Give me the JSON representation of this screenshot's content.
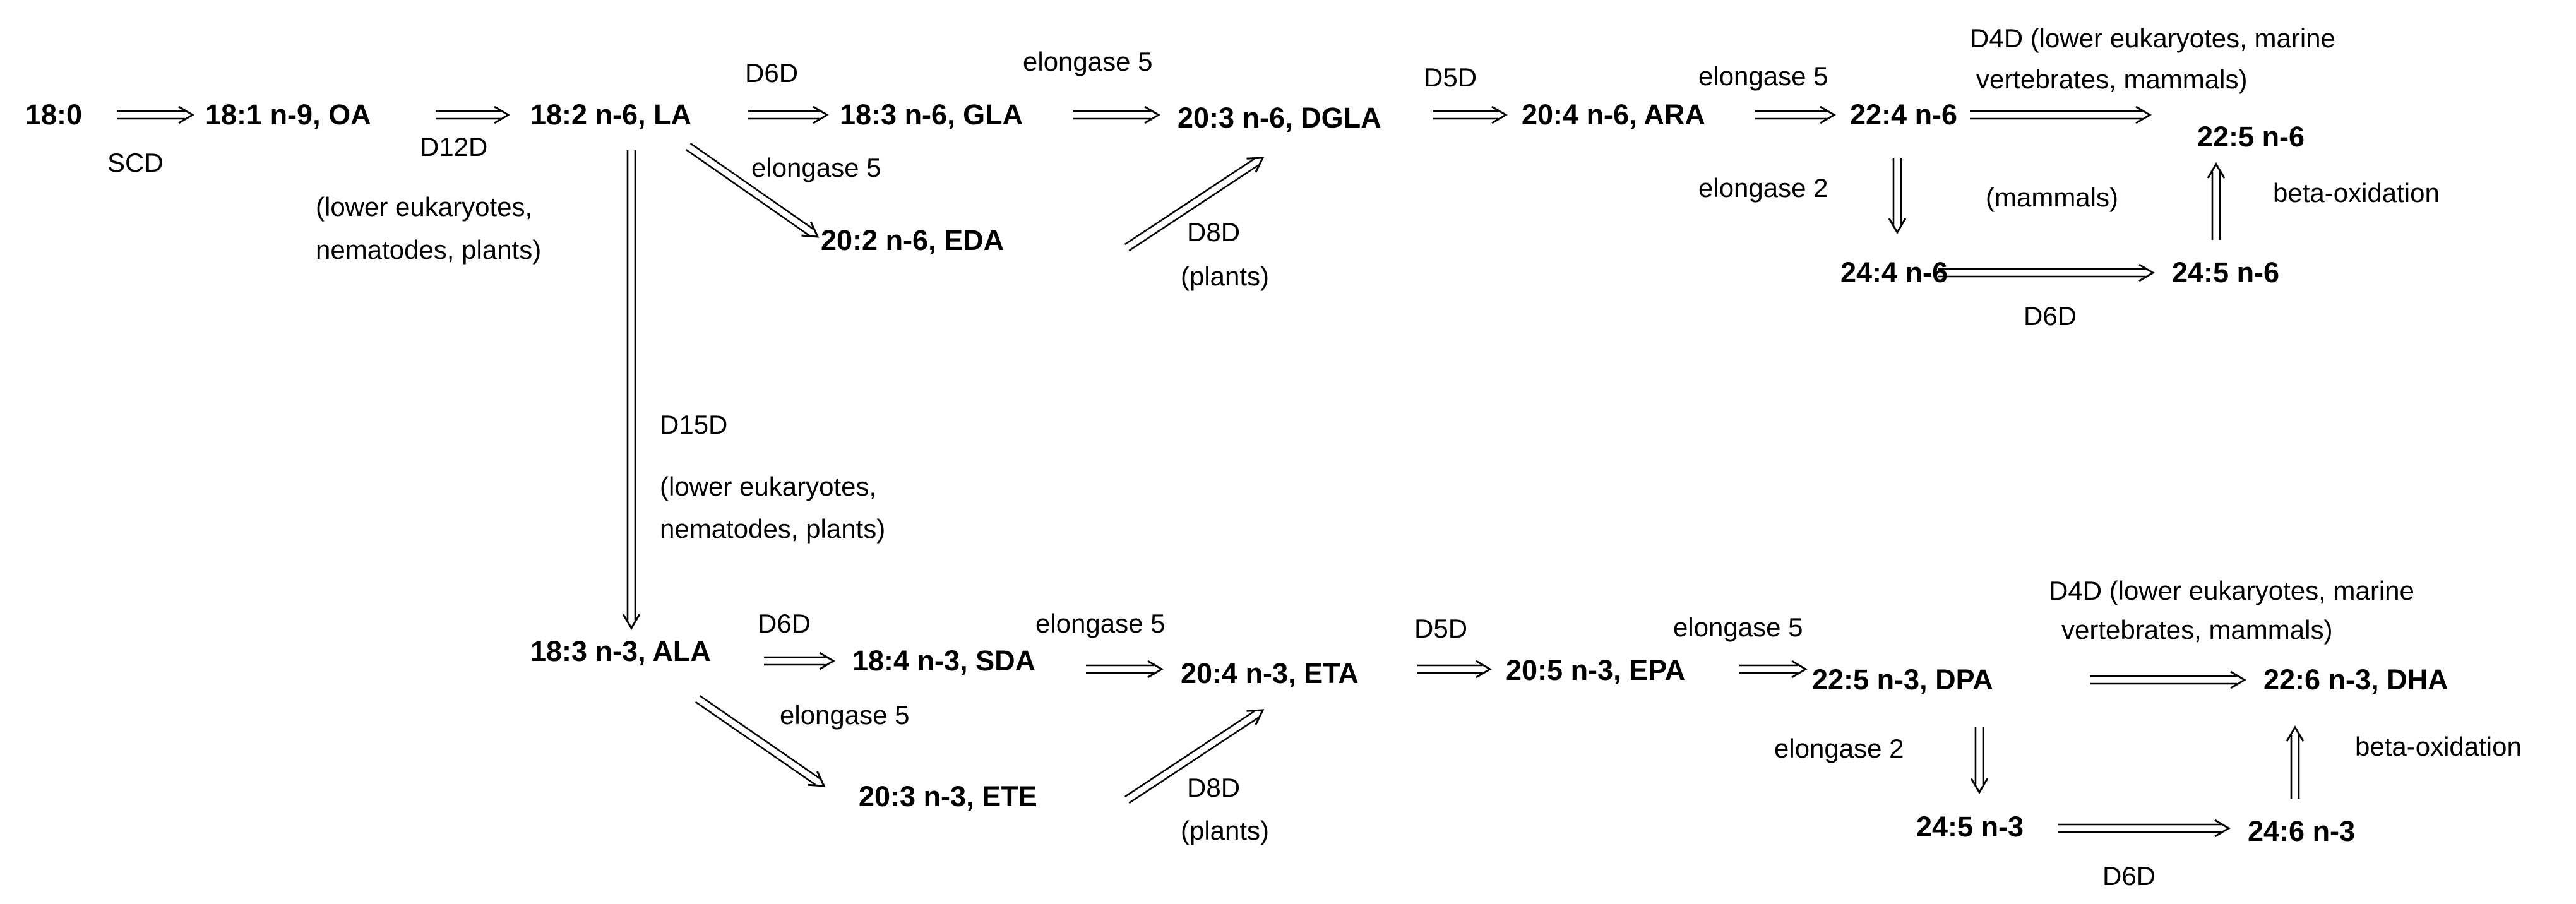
{
  "nodes": {
    "sa": {
      "prefix": "",
      "bold": "18:0"
    },
    "oa": {
      "prefix": "",
      "bold": "18:1 n-9, OA"
    },
    "la": {
      "prefix": "",
      "bold": "18:2 n-6, LA"
    },
    "gla": {
      "prefix": "18:3 n-6, ",
      "bold": "GLA"
    },
    "eda": {
      "prefix": "20:2 n-6, ",
      "bold": "EDA"
    },
    "dgla": {
      "prefix": "20:3 n-6, ",
      "bold": "DGLA"
    },
    "ara": {
      "prefix": "20:4 n-6, ",
      "bold": "ARA"
    },
    "dta": {
      "prefix": "",
      "bold": "22:4 n-6"
    },
    "dpa6": {
      "prefix": "",
      "bold": "22:5 n-6"
    },
    "c24_4": {
      "prefix": "",
      "bold": "24:4 n-6"
    },
    "c24_5n6": {
      "prefix": "",
      "bold": "24:5 n-6"
    },
    "ala": {
      "prefix": "",
      "bold": "18:3 n-3, ALA"
    },
    "sda": {
      "prefix": "18:4 n-3, ",
      "bold": "SDA"
    },
    "ete": {
      "prefix": "20:3 n-3, ",
      "bold": "ETE"
    },
    "eta": {
      "prefix": "20:4 n-3, ",
      "bold": "ETA"
    },
    "epa": {
      "prefix": "20:5 n-3, ",
      "bold": "EPA"
    },
    "dpa": {
      "prefix": "22:5 n-3, ",
      "bold": "DPA"
    },
    "dha": {
      "prefix": "22:6 n-3, ",
      "bold": "DHA"
    },
    "c24_5n3": {
      "prefix": "",
      "bold": "24:5 n-3"
    },
    "c24_6": {
      "prefix": "",
      "bold": "24:6 n-3"
    }
  },
  "enzymes": {
    "scd": "SCD",
    "d12d": "D12D",
    "d12d_note_1": "(lower eukaryotes,",
    "d12d_note_2": "nematodes, plants)",
    "d6d_top": "D6D",
    "elo5_la_eda": "elongase 5",
    "elo5_gla_dgla": "elongase 5",
    "d8d_top": "D8D",
    "d8d_top_note": "(plants)",
    "d5d_top": "D5D",
    "elo5_ara_dta": "elongase 5",
    "d4d_top_1": "D4D (lower eukaryotes, marine",
    "d4d_top_2": "vertebrates, mammals)",
    "elo2_top": "elongase 2",
    "mammals_note": "(mammals)",
    "beta_top": "beta-oxidation",
    "d6d_top_right": "D6D",
    "d15d": "D15D",
    "d15d_note_1": "(lower eukaryotes,",
    "d15d_note_2": "nematodes, plants)",
    "d6d_bottom": "D6D",
    "elo5_ala_ete": "elongase 5",
    "elo5_sda_eta": "elongase 5",
    "d8d_bottom": "D8D",
    "d8d_bottom_note": "(plants)",
    "d5d_bottom": "D5D",
    "elo5_epa_dpa": "elongase 5",
    "d4d_bottom_1": "D4D (lower eukaryotes, marine",
    "d4d_bottom_2": "vertebrates, mammals)",
    "elo2_bottom": "elongase 2",
    "beta_bottom": "beta-oxidation",
    "d6d_bottom_right": "D6D"
  }
}
